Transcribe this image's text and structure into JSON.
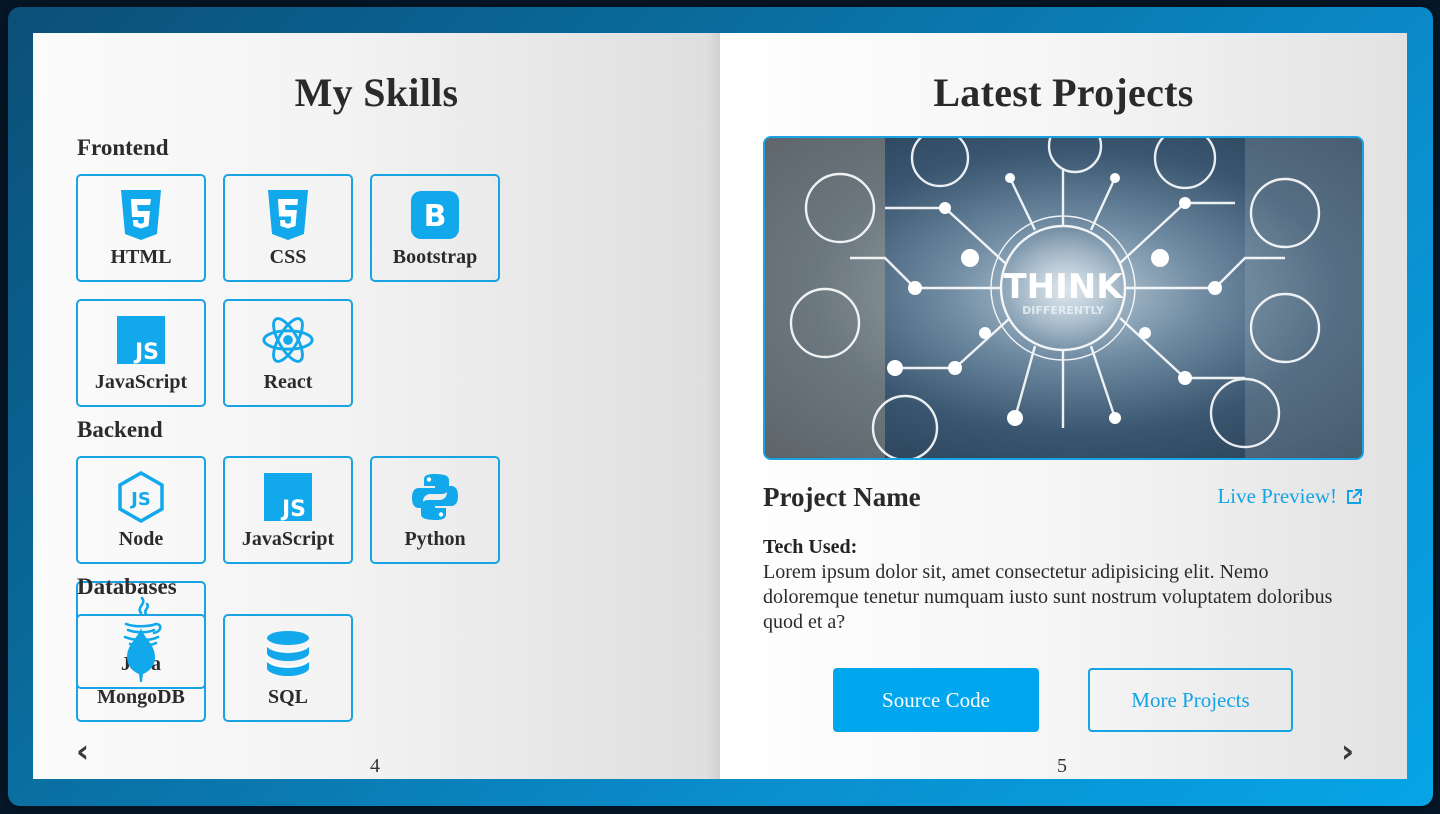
{
  "left_page": {
    "title": "My Skills",
    "sections": [
      {
        "heading": "Frontend",
        "skills": [
          {
            "label": "HTML",
            "icon": "html5-icon"
          },
          {
            "label": "CSS",
            "icon": "css3-icon"
          },
          {
            "label": "Bootstrap",
            "icon": "bootstrap-icon"
          },
          {
            "label": "JavaScript",
            "icon": "javascript-icon"
          },
          {
            "label": "React",
            "icon": "react-icon"
          }
        ]
      },
      {
        "heading": "Backend",
        "skills": [
          {
            "label": "Node",
            "icon": "nodejs-icon"
          },
          {
            "label": "JavaScript",
            "icon": "javascript-icon"
          },
          {
            "label": "Python",
            "icon": "python-icon"
          },
          {
            "label": "Java",
            "icon": "java-icon"
          }
        ]
      },
      {
        "heading": "Databases",
        "skills": [
          {
            "label": "MongoDB",
            "icon": "mongodb-icon"
          },
          {
            "label": "SQL",
            "icon": "database-icon"
          }
        ]
      }
    ],
    "page_number": "4",
    "prev_arrow": "‹"
  },
  "right_page": {
    "title": "Latest Projects",
    "project": {
      "image_text": "THINK",
      "image_subtext": "DIFFERENTLY",
      "name": "Project Name",
      "live_preview_label": "Live Preview!",
      "tech_label": "Tech Used:",
      "description": "Lorem ipsum dolor sit, amet consectetur adipisicing elit. Nemo doloremque tenetur numquam iusto sunt nostrum voluptatem doloribus quod et a?"
    },
    "buttons": {
      "source_code": "Source Code",
      "more_projects": "More Projects"
    },
    "page_number": "5",
    "next_arrow": "›"
  },
  "colors": {
    "accent": "#14a3e5",
    "button_fill": "#00a6ee",
    "book_cover": "#0a8fcf"
  }
}
